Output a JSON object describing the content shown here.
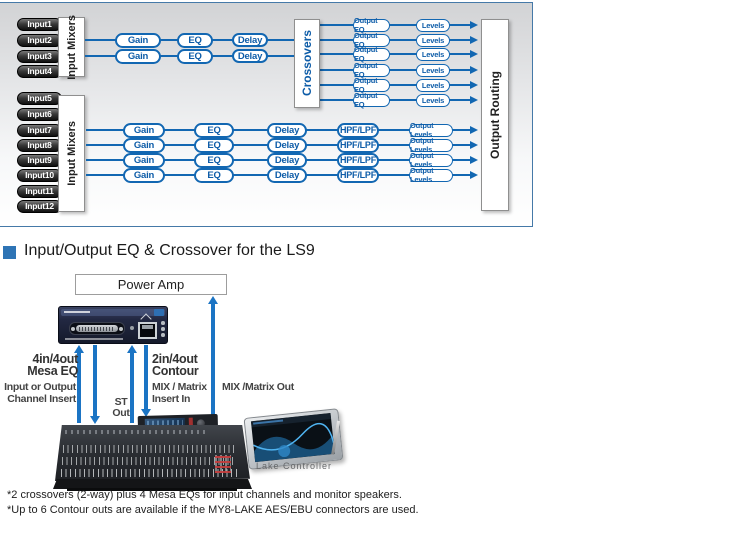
{
  "colors": {
    "diagram_blue": "#1267b2",
    "arrow_blue": "#1b74c4",
    "pill_text_blue": "#0d5ca8",
    "heading_bullet_blue": "#2e74b5"
  },
  "flow_diagram": {
    "inputs": [
      "Input1",
      "Input2",
      "Input3",
      "Input4",
      "Input5",
      "Input6",
      "Input7",
      "Input8",
      "Input9",
      "Input10",
      "Input11",
      "Input12"
    ],
    "input_mixers": "Input Mixers",
    "crossovers": "Crossovers",
    "output_routing": "Output Routing",
    "blocks": {
      "gain": "Gain",
      "eq": "EQ",
      "delay": "Delay",
      "hpf_lpf": "HPF/LPF",
      "output_eq": "Output EQ",
      "levels": "Levels",
      "output_levels": "Output Levels"
    }
  },
  "section": {
    "title": "Input/Output EQ & Crossover for the LS9"
  },
  "connection_diagram": {
    "power_amp": "Power Amp",
    "mesa_eq_line1": "4in/4out",
    "mesa_eq_line2": "Mesa EQ",
    "insert_line1": "Input or Output",
    "insert_line2": "Channel Insert",
    "st_out_line1": "ST",
    "st_out_line2": "Out",
    "contour_line1": "2in/4out",
    "contour_line2": "Contour",
    "mix_insert_line1": "MIX / Matrix",
    "mix_insert_line2": "Insert In",
    "mix_out": "MIX /Matrix Out",
    "lake_controller": "Lake Controller"
  },
  "footnotes": [
    "*2 crossovers (2-way) plus 4 Mesa EQs for input channels and monitor speakers.",
    "*Up to 6 Contour outs are available if the MY8-LAKE AES/EBU connectors are used."
  ]
}
